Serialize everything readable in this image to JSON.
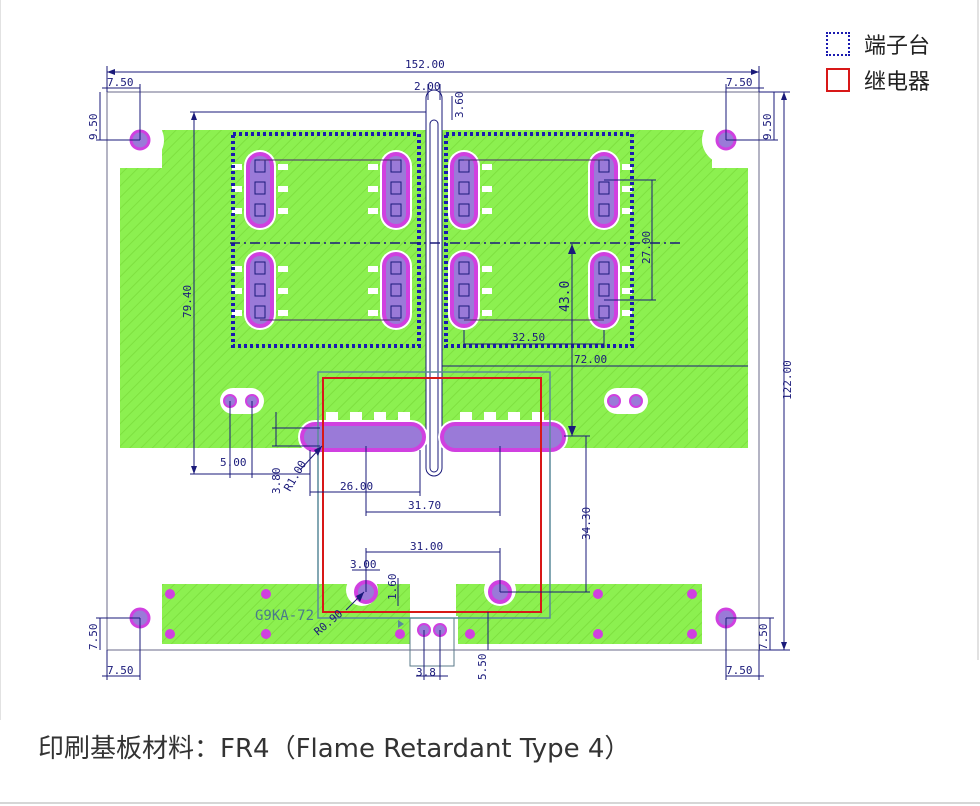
{
  "legend": {
    "terminal_label": "端子台",
    "relay_label": "继电器",
    "terminal_color": "#1a1ab0",
    "relay_color": "#d81818"
  },
  "caption": "印刷基板材料：FR4（Flame Retardant Type 4）",
  "board": {
    "part_label": "G9KA-72",
    "colors": {
      "copper": "#8cf050",
      "pad": "#d040e0",
      "pad_inner": "#9a7ad8",
      "outline": "#1a1a7a",
      "relay_outline": "#d81818",
      "terminal_outline": "#1a1ab0"
    }
  },
  "dimensions": {
    "total_width": "152.00",
    "corner_x": "7.50",
    "corner_y": "9.50",
    "slot_width": "2.00",
    "slot_offset": "3.60",
    "left_height": "79.40",
    "terminal_pitch": "27.00",
    "terminal_span": "43.0",
    "terminal_width": "32.50",
    "right_width": "72.00",
    "board_height": "122.00",
    "hole_pitch": "5.00",
    "slot_small": "3.80",
    "radius_large": "R1.00",
    "pad_span": "26.00",
    "pad_offset": "31.70",
    "relay_depth": "34.30",
    "relay_pitch": "31.00",
    "relay_small": "3.00",
    "radius_small": "R0.90",
    "relay_hole": "1.60",
    "pin_pitch": "3.8",
    "pin_depth": "5.50",
    "corner_bottom": "7.50"
  }
}
